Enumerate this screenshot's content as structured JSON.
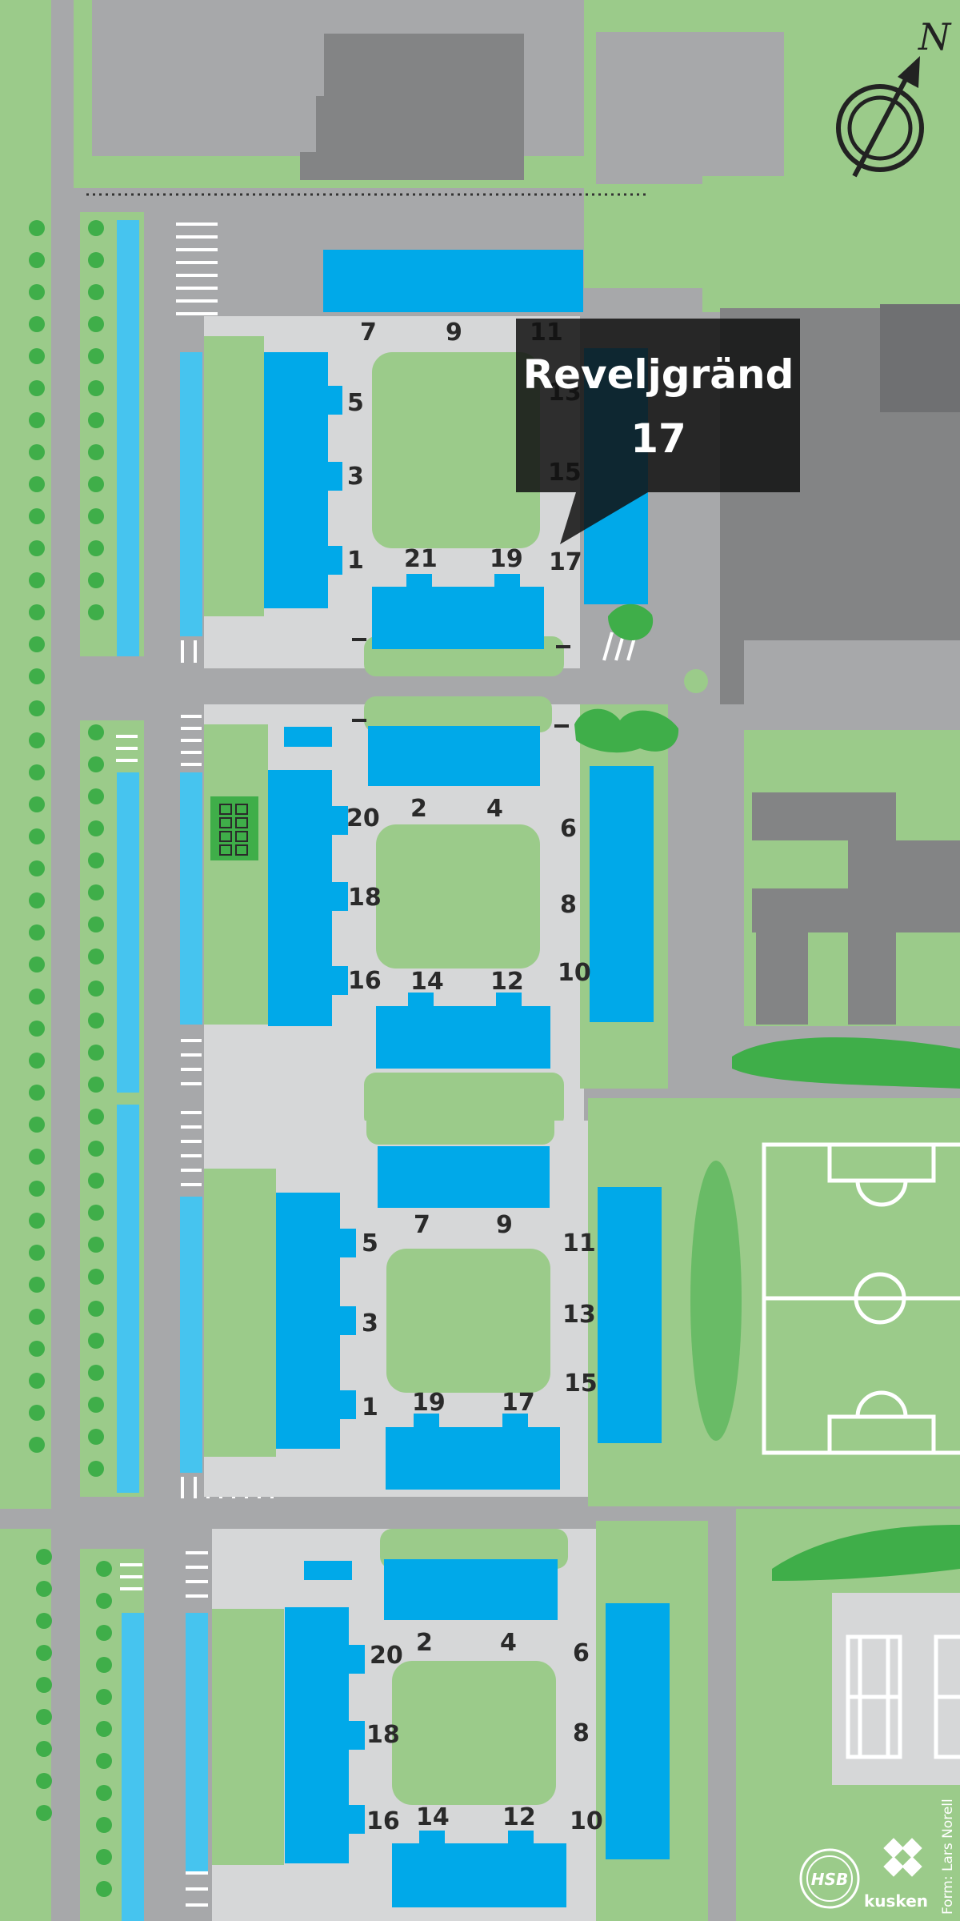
{
  "colors": {
    "road": "#a7a8aa",
    "lawn": "#9bcb8a",
    "path": "#d6d7d8",
    "building": "#00a9e9",
    "carport": "#46c4ef",
    "hedge": "#3fae49",
    "other_building": "#838485",
    "dark_building": "#6f7072"
  },
  "compass": {
    "label": "N"
  },
  "tooltip": {
    "line1": "Reveljgränd",
    "line2": "17"
  },
  "house_numbers": {
    "n7a": "7",
    "n9a": "9",
    "n11a": "11",
    "n13a": "13",
    "n15a": "15",
    "n5a": "5",
    "n3a": "3",
    "n1a": "1",
    "n21a": "21",
    "n19a": "19",
    "n17a": "17",
    "n2a": "2",
    "n4a": "4",
    "n6a": "6",
    "n20a": "20",
    "n18a": "18",
    "n8a": "8",
    "n16a": "16",
    "n14a": "14",
    "n12a": "12",
    "n10a": "10",
    "n7b": "7",
    "n9b": "9",
    "n11b": "11",
    "n5b": "5",
    "n3b": "3",
    "n13b": "13",
    "n15b": "15",
    "n1b": "1",
    "n19b": "19",
    "n17b": "17",
    "n2b": "2",
    "n4b": "4",
    "n6b": "6",
    "n20b": "20",
    "n18b": "18",
    "n8b": "8",
    "n16b": "16",
    "n14b": "14",
    "n12b": "12",
    "n10b": "10"
  },
  "logos": {
    "hsb": "HSB",
    "kusken": "kusken"
  },
  "credit": "Form: Lars Norell"
}
